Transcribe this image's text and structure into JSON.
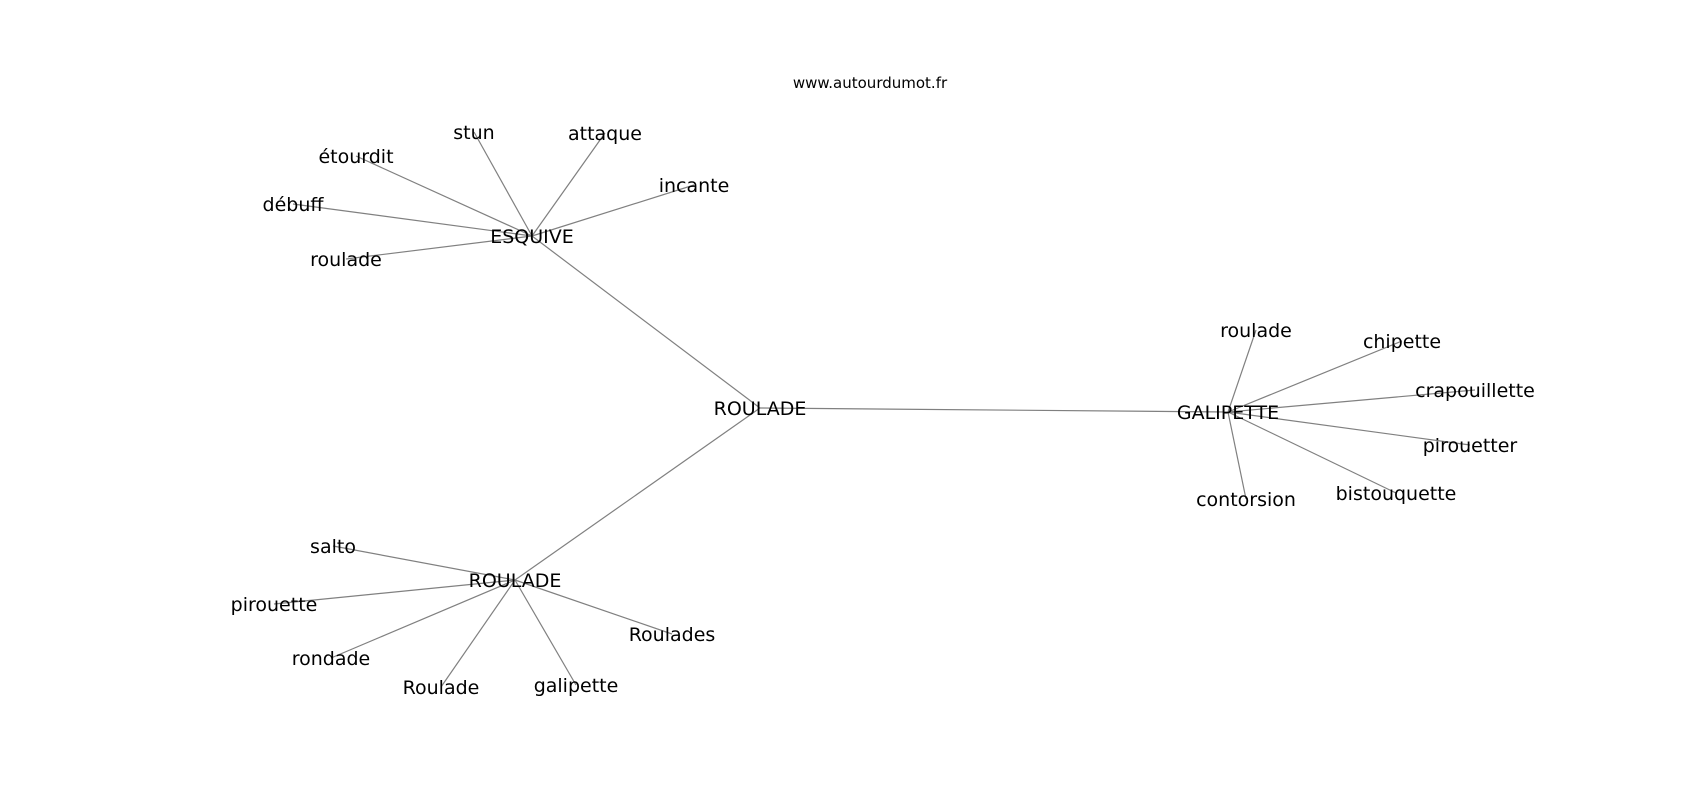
{
  "source": "www.autourdumot.fr",
  "graph": {
    "root": {
      "id": "root",
      "label": "ROULADE"
    },
    "hubs": [
      {
        "id": "esquive",
        "label": "ESQUIVE",
        "leaves": [
          "stun",
          "attaque",
          "étourdit",
          "incante",
          "débuff",
          "roulade"
        ]
      },
      {
        "id": "galipette",
        "label": "GALIPETTE",
        "leaves": [
          "roulade",
          "chipette",
          "crapouillette",
          "pirouetter",
          "bistouquette",
          "contorsion"
        ]
      },
      {
        "id": "roulade2",
        "label": "ROULADE",
        "leaves": [
          "salto",
          "pirouette",
          "rondade",
          "Roulade",
          "galipette",
          "Roulades"
        ]
      }
    ]
  }
}
